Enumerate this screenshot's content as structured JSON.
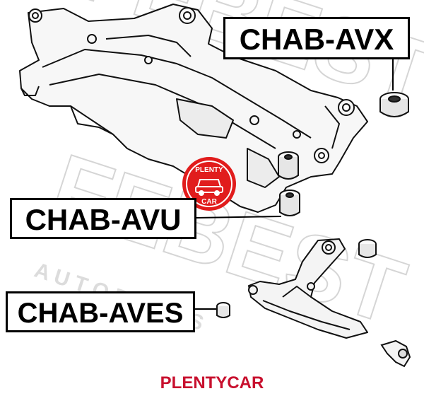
{
  "callouts": {
    "avx": "CHAB-AVX",
    "avu": "CHAB-AVU",
    "aves": "CHAB-AVES"
  },
  "watermark": {
    "brand": "FEBEST",
    "tagline": "A U T O   P A R T S"
  },
  "stamp": {
    "top": "PLENTY",
    "bottom": "CAR",
    "color": "#e11c1c"
  },
  "footer": {
    "text": "PLENTYCAR",
    "color": "#c8102e"
  }
}
